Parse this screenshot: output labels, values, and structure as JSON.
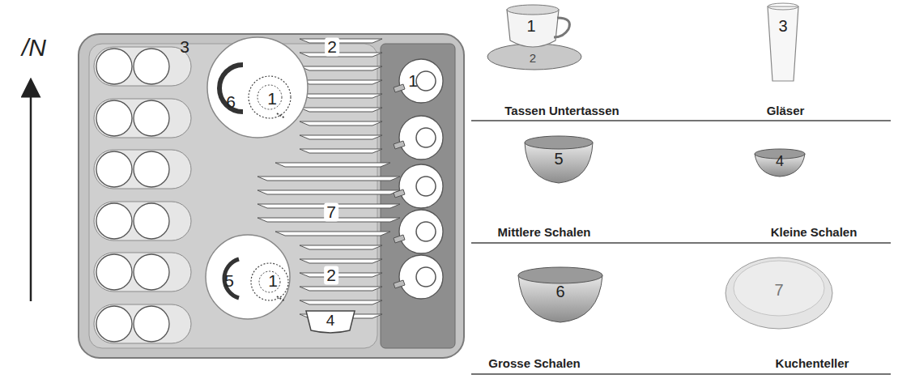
{
  "diagram": {
    "labels": [
      "/N",
      "3",
      "6",
      "1",
      "2",
      "1",
      "7",
      "5",
      "1",
      "2",
      "4",
      "1",
      "2",
      "3",
      "Tassen Untertassen",
      "Gläser",
      "5",
      "4",
      "Mittlere Schalen",
      "Kleine Schalen",
      "6",
      "7",
      "Grosse Schalen",
      "Kuchenteller"
    ]
  }
}
